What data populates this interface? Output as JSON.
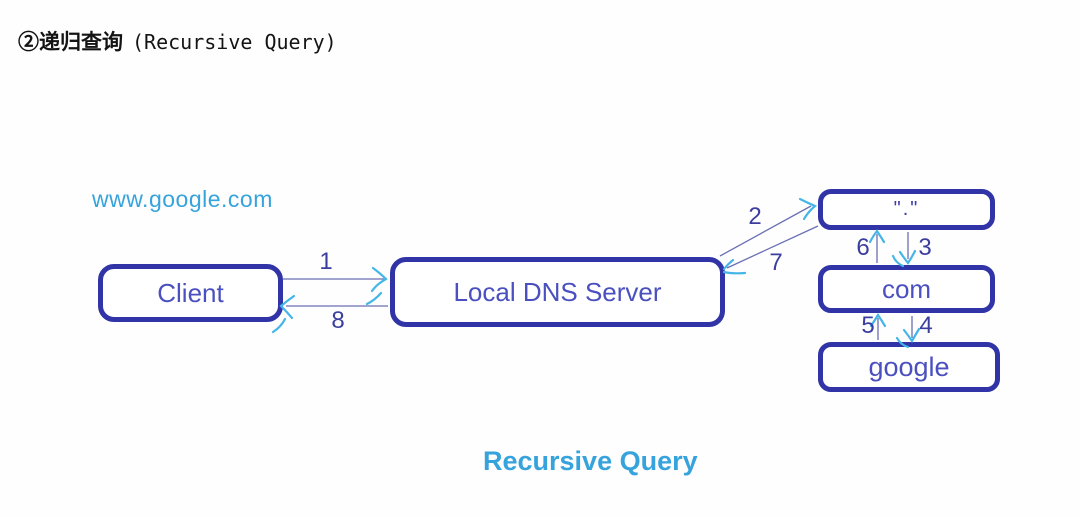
{
  "title": {
    "cn": "②递归查询",
    "en": "(Recursive Query)"
  },
  "labels": {
    "query_domain": "www.google.com",
    "caption": "Recursive Query"
  },
  "nodes": {
    "client": "Client",
    "local_dns": "Local DNS Server",
    "root": "\".\"",
    "com": "com",
    "google": "google"
  },
  "steps": [
    {
      "num": "1",
      "from": "client",
      "to": "local_dns"
    },
    {
      "num": "2",
      "from": "local_dns",
      "to": "root"
    },
    {
      "num": "3",
      "from": "root",
      "to": "com"
    },
    {
      "num": "4",
      "from": "com",
      "to": "google"
    },
    {
      "num": "5",
      "from": "google",
      "to": "com"
    },
    {
      "num": "6",
      "from": "com",
      "to": "root"
    },
    {
      "num": "7",
      "from": "root",
      "to": "local_dns"
    },
    {
      "num": "8",
      "from": "local_dns",
      "to": "client"
    }
  ],
  "colors": {
    "box_border": "#3134a6",
    "box_text": "#4a50bf",
    "step_number": "#3b3e9f",
    "arrow_line": "#6b6fb5",
    "arrow_head": "#45b5e8",
    "accent_text": "#36a3dc"
  }
}
